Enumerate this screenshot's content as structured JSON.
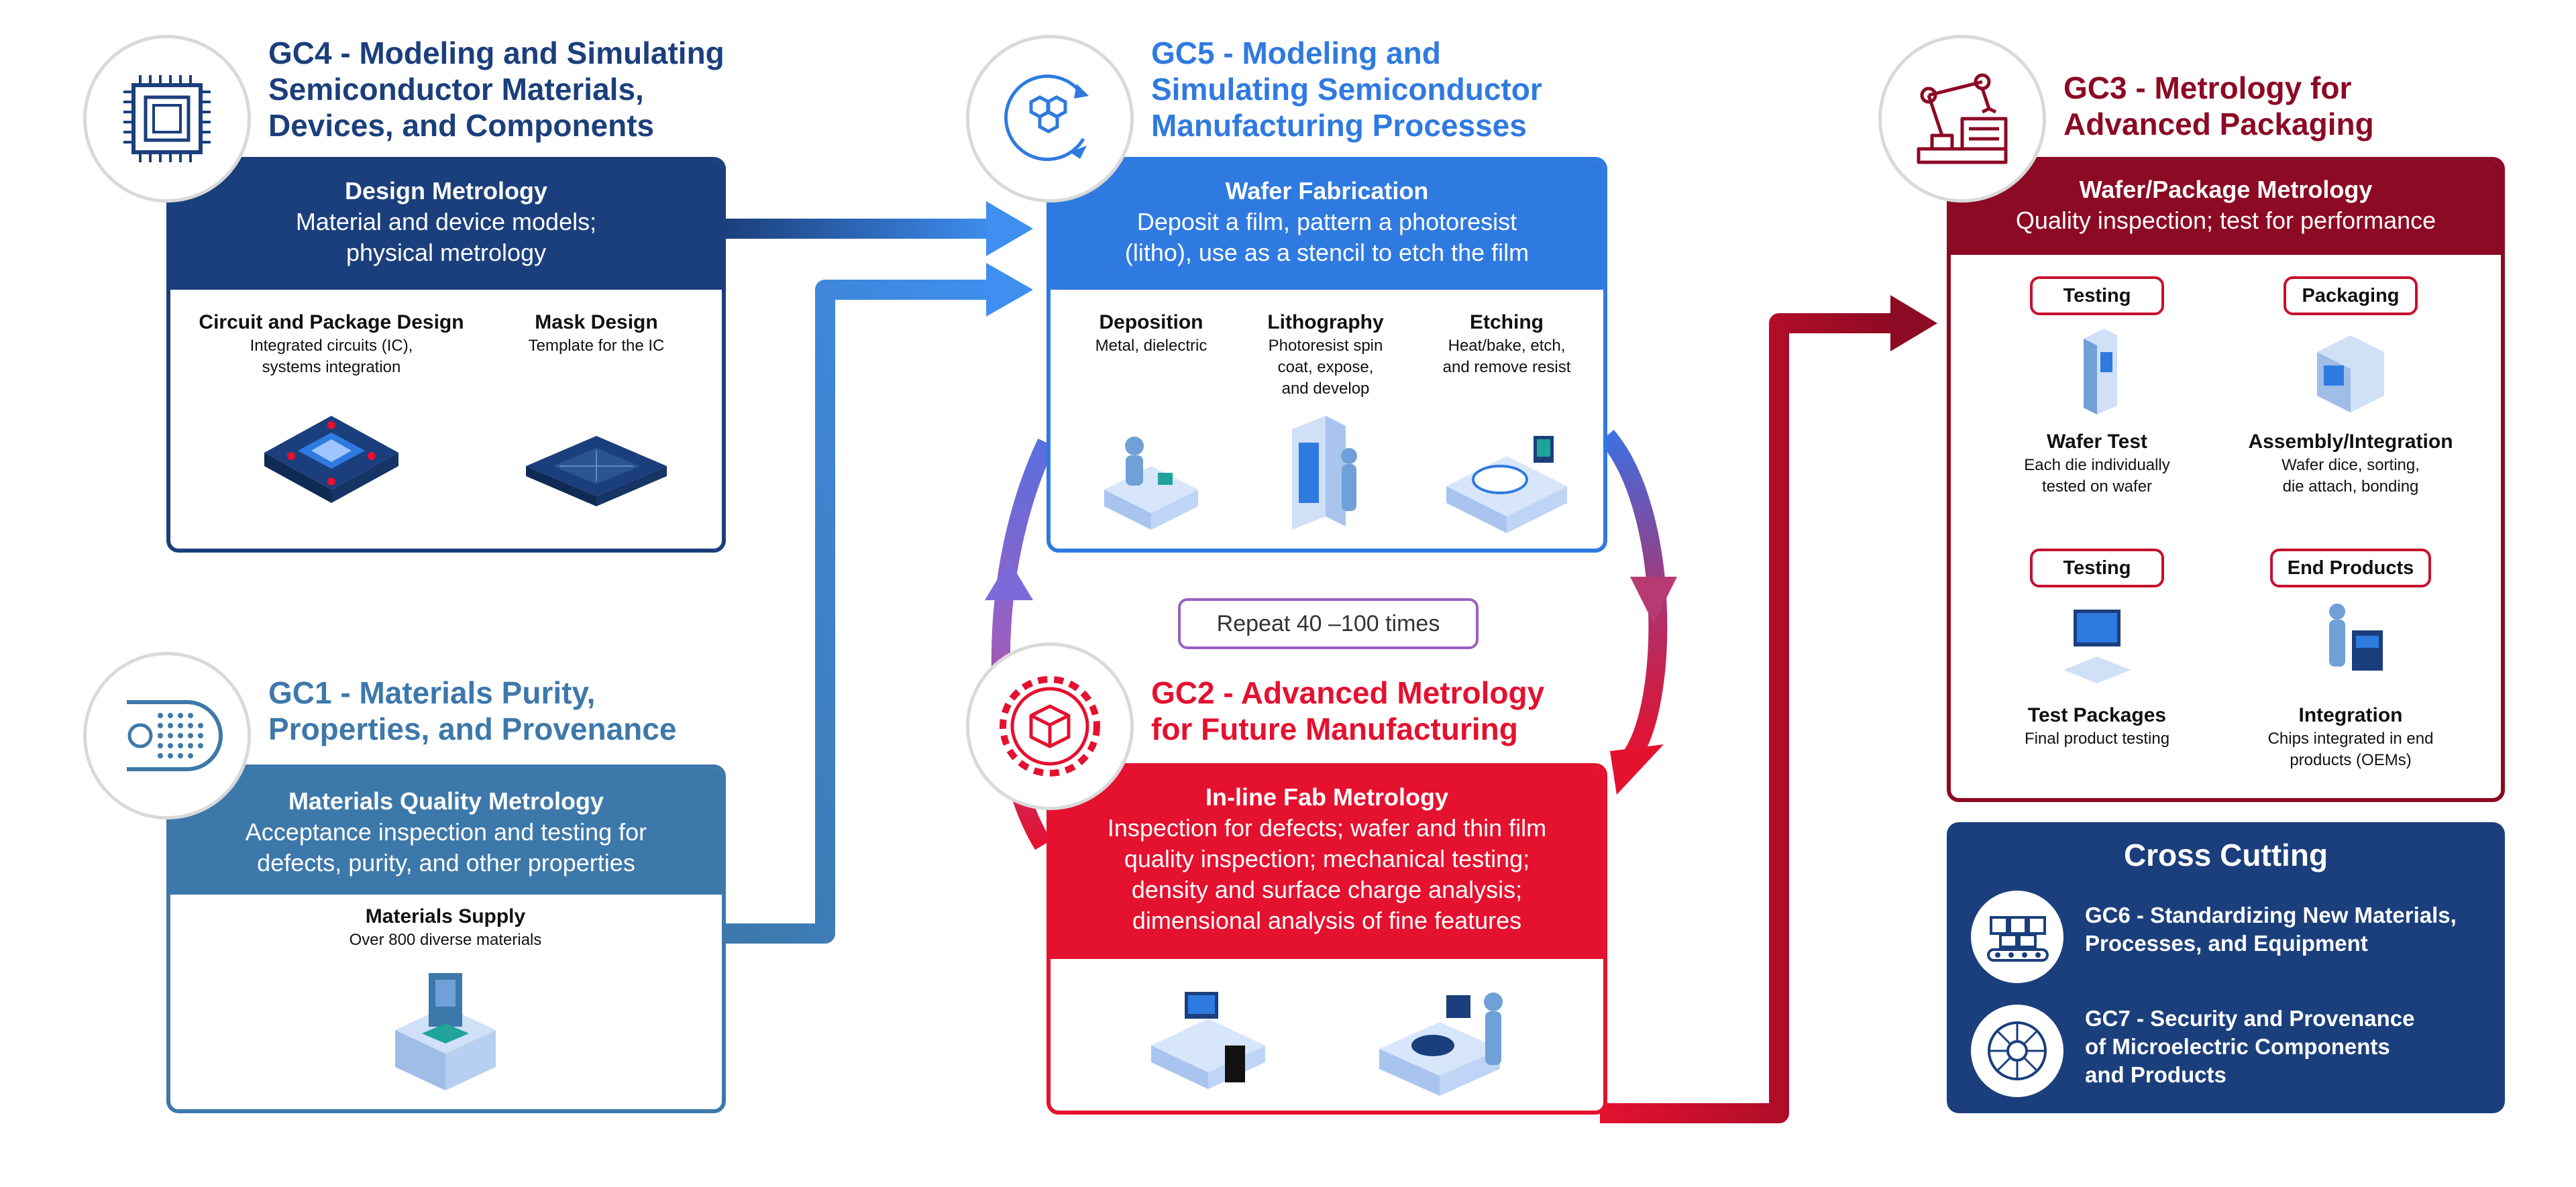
{
  "colors": {
    "gc4": "#1b3f7c",
    "gc1": "#3d78aa",
    "gc5": "#2f7ae0",
    "gc2": "#e4112f",
    "gc3": "#8c0a24",
    "cross": "#1b3f7c"
  },
  "gc4": {
    "icon": "chip-icon",
    "title": [
      "GC4 - Modeling and Simulating",
      "Semiconductor Materials,",
      "Devices, and Components"
    ],
    "head_title": "Design Metrology",
    "head_sub": [
      "Material and device models;",
      "physical metrology"
    ],
    "items": [
      {
        "title": "Circuit and Package Design",
        "desc": [
          "Integrated circuits (IC),",
          "systems integration"
        ],
        "icon": "circuit-board-icon"
      },
      {
        "title": "Mask Design",
        "desc": [
          "Template for the IC"
        ],
        "icon": "mask-chip-icon"
      }
    ]
  },
  "gc1": {
    "icon": "materials-icon",
    "title": [
      "GC1 - Materials Purity,",
      "Properties, and Provenance"
    ],
    "head_title": "Materials Quality Metrology",
    "head_sub": [
      "Acceptance inspection and testing for",
      "defects, purity, and other properties"
    ],
    "items": [
      {
        "title": "Materials Supply",
        "desc": [
          "Over 800 diverse materials"
        ],
        "icon": "materials-machine-icon"
      }
    ]
  },
  "gc5": {
    "icon": "process-cycle-icon",
    "title": [
      "GC5 - Modeling and",
      "Simulating Semiconductor",
      "Manufacturing Processes"
    ],
    "head_title": "Wafer Fabrication",
    "head_sub": [
      "Deposit a film, pattern a photoresist",
      "(litho), use as a stencil to etch the film"
    ],
    "items": [
      {
        "title": "Deposition",
        "desc": [
          "Metal, dielectric"
        ],
        "icon": "deposition-station-icon"
      },
      {
        "title": "Lithography",
        "desc": [
          "Photoresist spin",
          "coat, expose,",
          "and develop"
        ],
        "icon": "lithography-cabinet-icon"
      },
      {
        "title": "Etching",
        "desc": [
          "Heat/bake, etch,",
          "and remove resist"
        ],
        "icon": "etching-machine-icon"
      }
    ]
  },
  "repeat": "Repeat 40 –100 times",
  "gc2": {
    "icon": "gear-cube-icon",
    "title": [
      "GC2 - Advanced Metrology",
      "for Future Manufacturing"
    ],
    "head_title": "In-line Fab Metrology",
    "head_sub": [
      "Inspection for defects; wafer and thin film",
      "quality inspection; mechanical testing;",
      "density and surface charge analysis;",
      "dimensional analysis of fine features"
    ],
    "items": [
      {
        "icon": "inspection-desk-icon"
      },
      {
        "icon": "metrology-tool-icon"
      }
    ]
  },
  "gc3": {
    "icon": "robot-arm-icon",
    "title": [
      "GC3 - Metrology for",
      "Advanced Packaging"
    ],
    "head_title": "Wafer/Package Metrology",
    "head_sub": [
      "Quality inspection; test for performance"
    ],
    "items": [
      {
        "pill": "Testing",
        "title": "Wafer Test",
        "desc": [
          "Each die individually",
          "tested on wafer"
        ],
        "icon": "wafer-tester-icon"
      },
      {
        "pill": "Packaging",
        "title": "Assembly/Integration",
        "desc": [
          "Wafer dice, sorting,",
          "die attach, bonding"
        ],
        "icon": "assembly-machine-icon"
      },
      {
        "pill": "Testing",
        "title": "Test Packages",
        "desc": [
          "Final product testing"
        ],
        "icon": "test-computer-icon"
      },
      {
        "pill": "End Products",
        "title": "Integration",
        "desc": [
          "Chips integrated in end",
          "products (OEMs)"
        ],
        "icon": "integration-worker-icon"
      }
    ]
  },
  "cross": {
    "title": "Cross Cutting",
    "items": [
      {
        "label": [
          "GC6 - Standardizing New Materials,",
          "Processes, and Equipment"
        ],
        "icon": "conveyor-icon"
      },
      {
        "label": [
          "GC7 - Security and Provenance",
          "of Microelectric Components",
          "and Products"
        ],
        "icon": "secure-chip-icon"
      }
    ]
  }
}
